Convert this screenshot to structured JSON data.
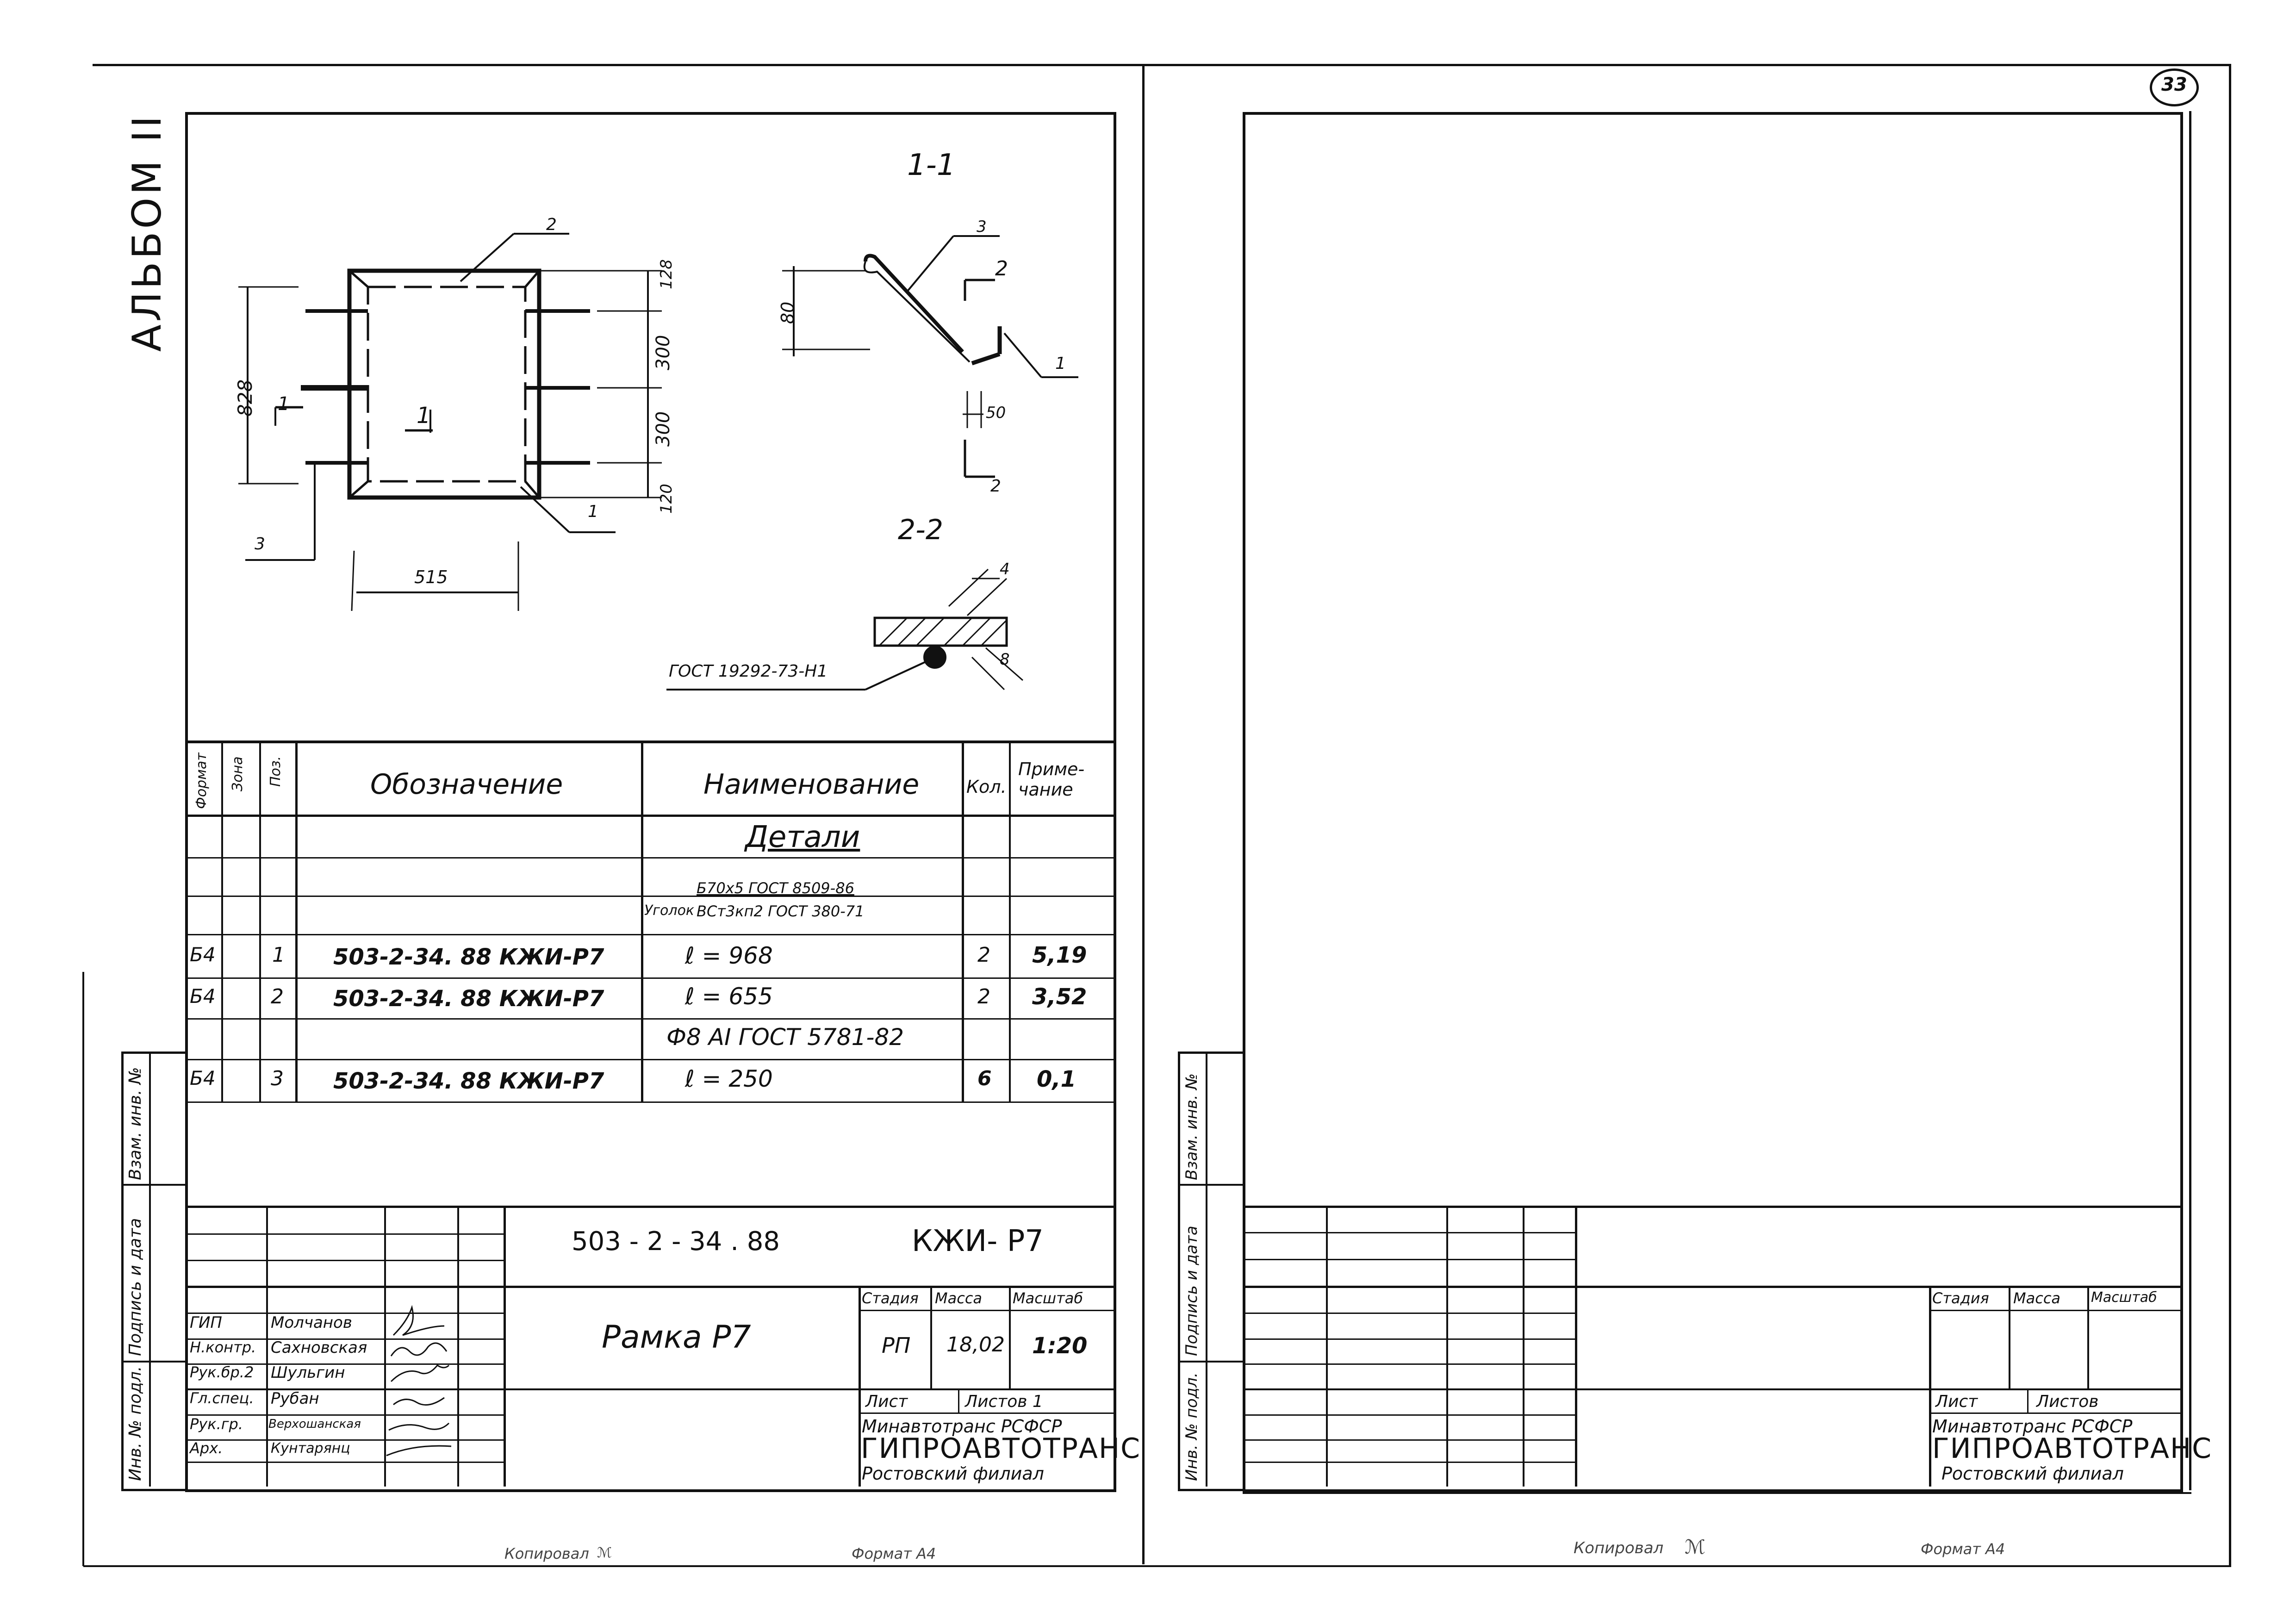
{
  "page_number": "33",
  "album_label": "АЛЬБОМ II",
  "drawing": {
    "section_1": "1-1",
    "section_2": "2-2",
    "dims": {
      "d828": "828",
      "d128": "128",
      "d300a": "300",
      "d300b": "300",
      "d120": "120",
      "d515": "515",
      "d80": "80",
      "d50": "50",
      "d4": "4",
      "d8": "8"
    },
    "callouts": {
      "c1_main": "1",
      "c2_main": "2",
      "c3_main": "3",
      "cut1_left": "1",
      "cut1_right": "1",
      "c3_sec": "3",
      "c1_sec": "1",
      "cut2_top": "2",
      "cut2_bottom": "2"
    },
    "gost_weld": "ГОСТ 19292-73-Н1"
  },
  "spec": {
    "headers": {
      "format": "Формат",
      "zone": "Зона",
      "pos": "Поз.",
      "designation": "Обозначение",
      "name": "Наименование",
      "qty": "Кол.",
      "note": "Приме-чание"
    },
    "section_title": "Детали",
    "angle_label": "Уголок",
    "angle_top": "Б70х5 ГОСТ 8509-86",
    "angle_bottom": "ВСт3кп2 ГОСТ 380-71",
    "rows": [
      {
        "format": "Б4",
        "pos": "1",
        "designation": "503-2-34. 88  КЖИ-Р7",
        "name": "ℓ = 968",
        "qty": "2",
        "note": "5,19"
      },
      {
        "format": "Б4",
        "pos": "2",
        "designation": "503-2-34. 88  КЖИ-Р7",
        "name": "ℓ = 655",
        "qty": "2",
        "note": "3,52"
      },
      {
        "format": "Б4",
        "pos": "3",
        "designation": "503-2-34. 88  КЖИ-Р7",
        "name": "ℓ = 250",
        "qty": "6",
        "note": "0,1"
      }
    ],
    "rebar_label": "Ф8 АI   ГОСТ 5781-82"
  },
  "title_block": {
    "code": "503 - 2 - 34 . 88",
    "code_suffix": "КЖИ- Р7",
    "product_name": "Рамка Р7",
    "stage_h": "Стадия",
    "mass_h": "Масса",
    "scale_h": "Масштаб",
    "stage": "РП",
    "mass": "18,02",
    "scale": "1:20",
    "sheet_h": "Лист",
    "sheets_h": "Листов 1",
    "ministry": "Минавтотранс РСФСР",
    "org": "ГИПРОАВТОТРАНС",
    "branch": "Ростовский филиал",
    "staff": [
      {
        "role": "ГИП",
        "name": "Молчанов"
      },
      {
        "role": "Н.контр.",
        "name": "Сахновская"
      },
      {
        "role": "Рук.бр.2",
        "name": "Шульгин"
      },
      {
        "role": "Гл.спец.",
        "name": "Рубан"
      },
      {
        "role": "Рук.гр.",
        "name": "Верхошанская"
      },
      {
        "role": "Арх.",
        "name": "Кунтарянц"
      }
    ]
  },
  "right_title_block": {
    "stage_h": "Стадия",
    "mass_h": "Масса",
    "scale_h": "Масштаб",
    "sheet_h": "Лист",
    "sheets_h": "Листов",
    "ministry": "Минавтотранс РСФСР",
    "org": "ГИПРОАВТОТРАНС",
    "branch": "Ростовский филиал"
  },
  "side_stamp": {
    "inv_orig": "Инв. № подл.",
    "sign_date": "Подпись и дата",
    "inv_repl": "Взам. инв. №"
  },
  "right_side_stamp": {
    "inv_orig": "Инв. № подл.",
    "sign_date": "Подпись и дата",
    "inv_repl": "Взам. инв. №"
  },
  "footer": {
    "copied_left": "Копировал",
    "format_left": "Формат А4",
    "copied_right": "Копировал",
    "format_right": "Формат А4"
  }
}
